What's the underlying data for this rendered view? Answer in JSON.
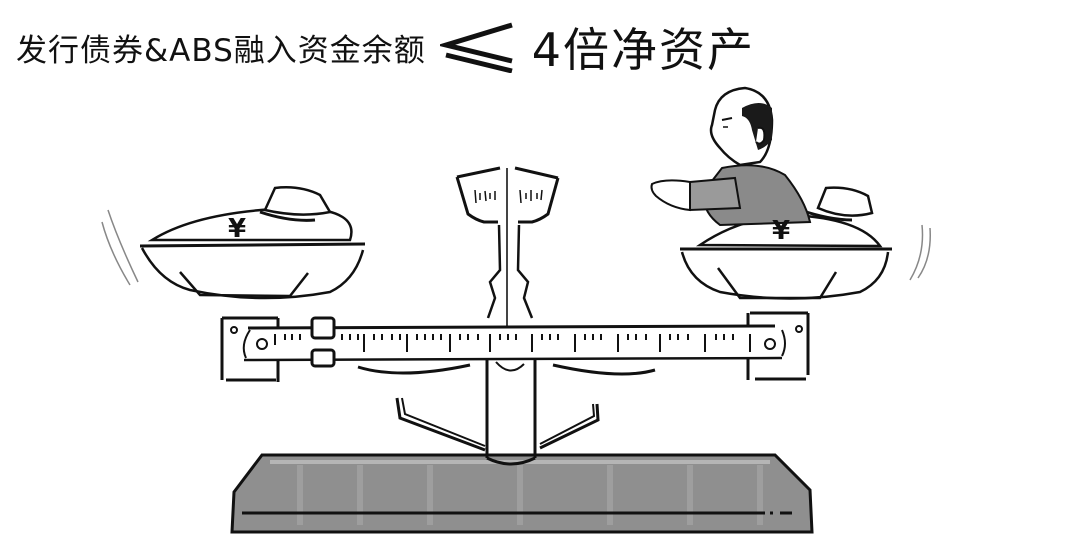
{
  "title": {
    "left_text": "发行债券&ABS融入资金余额",
    "relation_symbol": "≤",
    "right_text": "4倍净资产"
  },
  "illustration": {
    "subject": "balance-scale",
    "left_pan": {
      "label": "¥",
      "contents": "money-bag"
    },
    "right_pan": {
      "label": "¥",
      "contents": "money-bag"
    },
    "figure": "man-reaching-from-right-pan",
    "beam": "graduated-ruler",
    "base": "gray-platform"
  },
  "colors": {
    "ink": "#111111",
    "base_fill": "#8f8f8f",
    "shirt_fill": "#8a8a8a",
    "hair": "#1a1a1a",
    "background": "#ffffff"
  }
}
